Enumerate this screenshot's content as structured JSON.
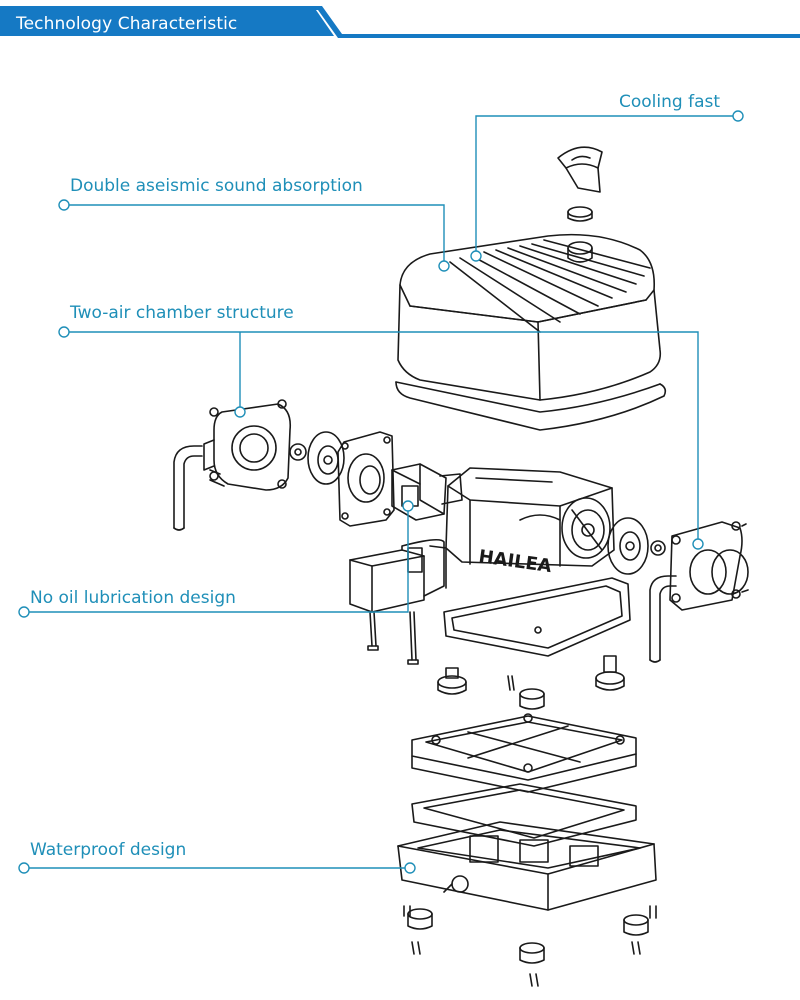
{
  "header": {
    "title": "Technology Characteristic"
  },
  "callouts": {
    "cooling_fast": "Cooling fast",
    "double_aseismic": "Double aseismic sound absorption",
    "two_air_chamber": "Two-air chamber structure",
    "no_oil": "No oil lubrication design",
    "waterproof": "Waterproof design"
  },
  "product": {
    "brand": "HAILEA"
  },
  "colors": {
    "accent": "#1f8fb8",
    "header_bar": "#1579c4",
    "header_line": "#1579c4",
    "line_art": "#1a1a1a"
  }
}
